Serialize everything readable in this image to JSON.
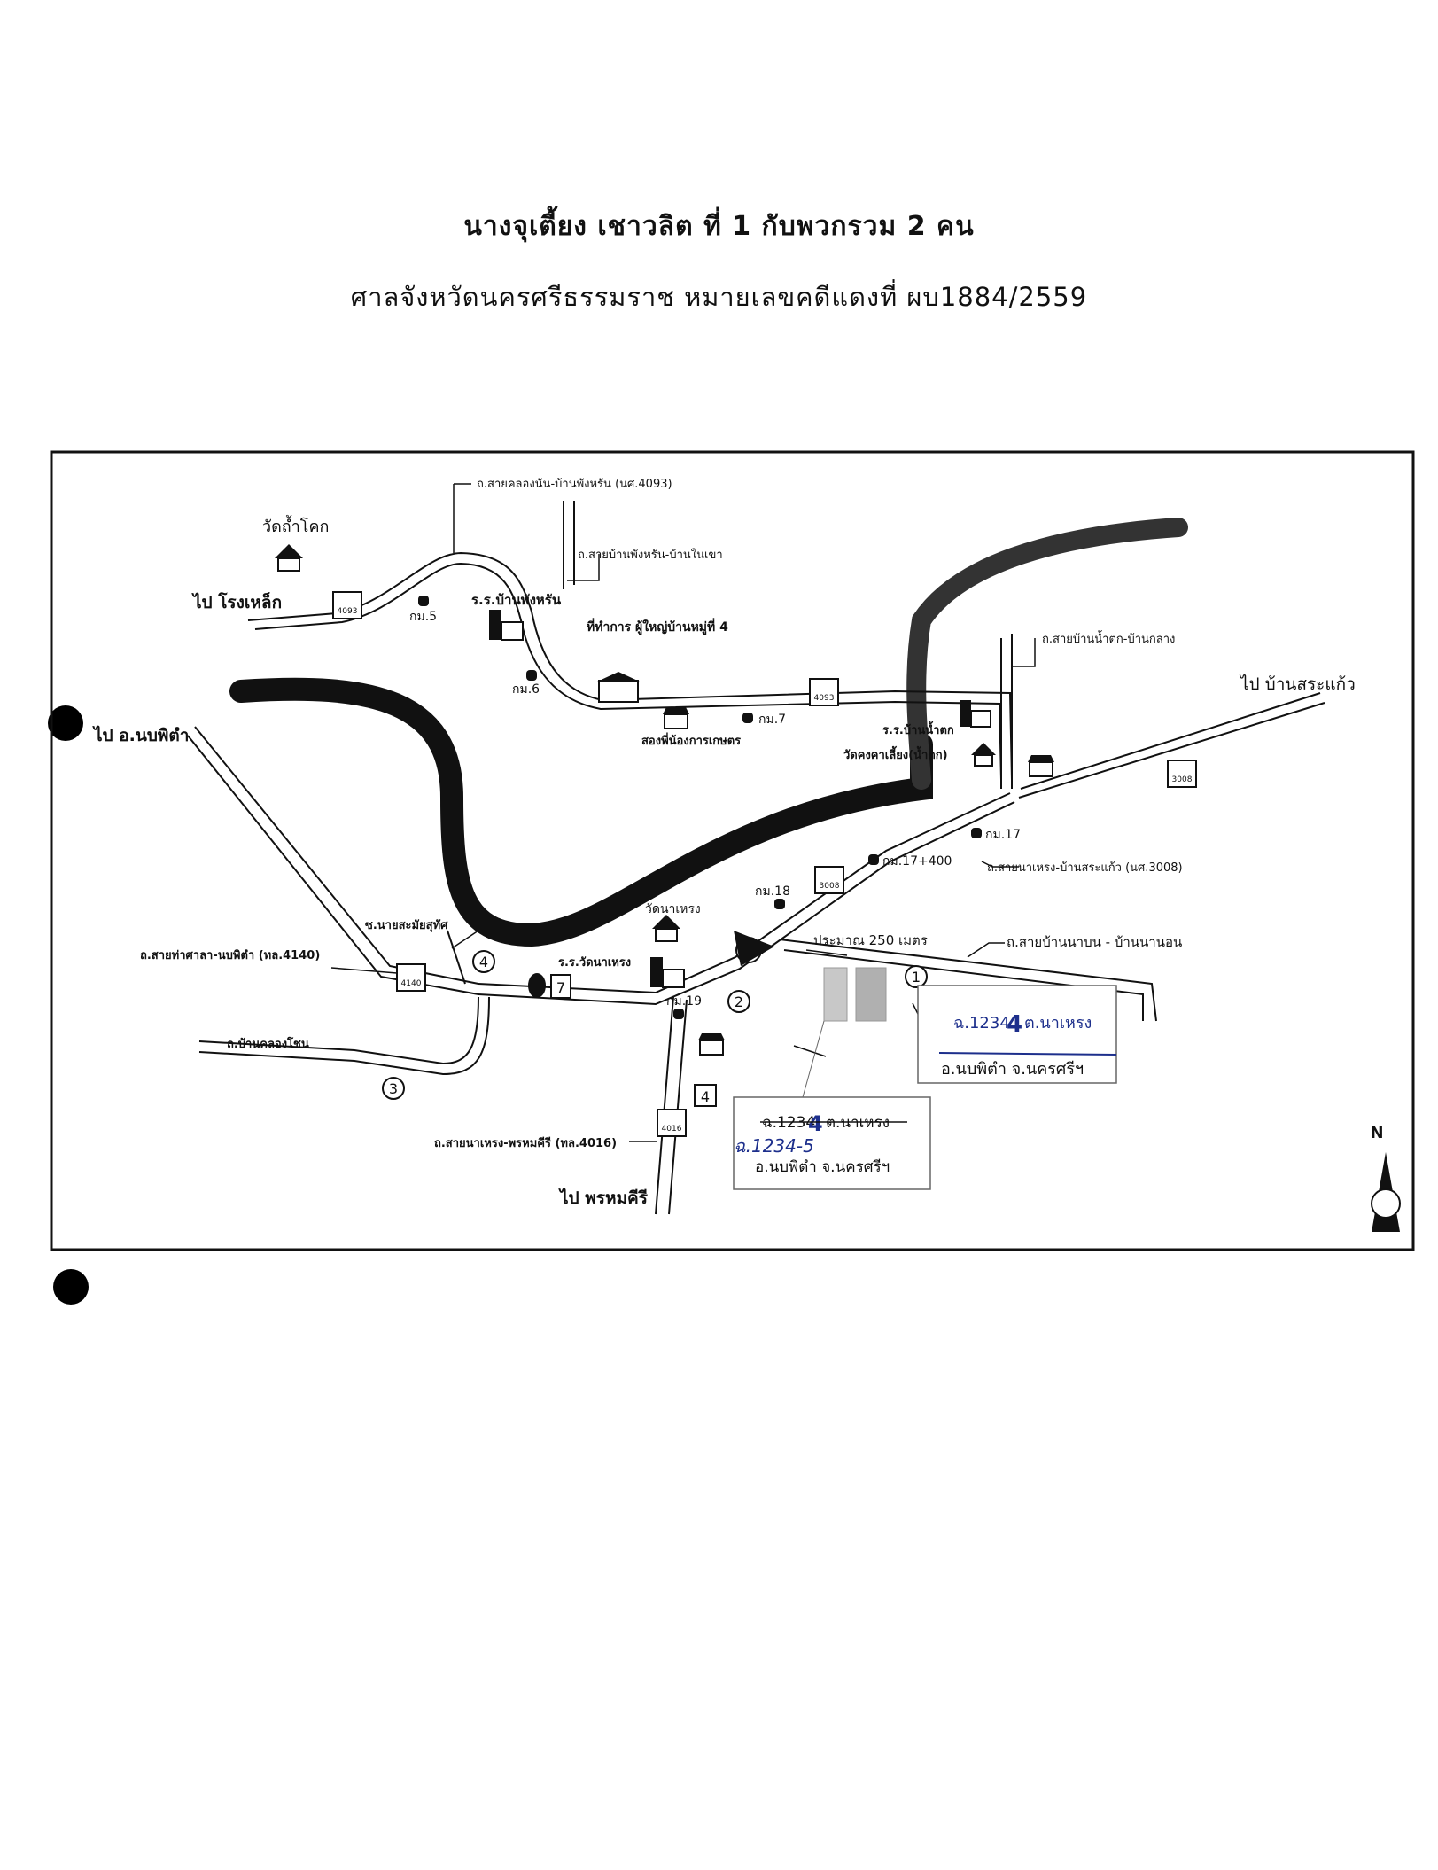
{
  "header": {
    "line1": "นางจุเตี้ยง เชาวลิต ที่ 1 กับพวกรวม 2 คน",
    "line2": "ศาลจังหวัดนครศรีธรรมราช หมายเลขคดีแดงที่  ผบ1884/2559"
  },
  "map": {
    "destinations": {
      "rong_lek": "ไป โรงเหล็ก",
      "nop_phitam": "ไป อ.นบพิตำ",
      "ban_sa_kaeo": "ไป บ้านสระแก้ว",
      "phrom_khiri": "ไป พรหมคีรี"
    },
    "places": {
      "wat_tham_khok": "วัดถ้ำโคก",
      "school_phang_run": "ร.ร.บ้านพังหรัน",
      "headman_office": "ที่ทำการ ผู้ใหญ่บ้านหมู่ที่ 4",
      "farmers_market": "สองพี่น้องการเกษตร",
      "school_nam_tok": "ร.ร.บ้านน้ำตก",
      "wat_khongkha": "วัดคงคาเลี้ยง(น้ำตก)",
      "wat_na_reng": "วัดนาเหรง",
      "school_na_reng": "ร.ร.วัดนาเหรง",
      "soi_nai_samai": "ซ.นายสะมัยสุทัศ",
      "distance_note": "ประมาณ 250 เมตร"
    },
    "roads": {
      "r4093": "ถ.สายคลองนัน-บ้านพังหรัน (นศ.4093)",
      "r_phang_run": "ถ.สายบ้านพังหรัน-บ้านในเขา",
      "r_nam_tok": "ถ.สายบ้านน้ำตก-บ้านกลาง",
      "r3008": "ถ.สายนาเหรง-บ้านสระแก้ว (นศ.3008)",
      "r4140": "ถ.สายท่าศาลา-นบพิตำ (ทล.4140)",
      "r_na_bon": "ถ.สายบ้านนาบน - บ้านนานอน",
      "r_khlong_chon": "ถ.บ้านคลองโชน",
      "r4016": "ถ.สายนาเหรง-พรหมคีรี (ทล.4016)"
    },
    "km_markers": {
      "km5": "กม.5",
      "km6": "กม.6",
      "km7": "กม.7",
      "km17": "กม.17",
      "km17_400": "กม.17+400",
      "km18": "กม.18",
      "km19": "กม.19"
    },
    "route_shields": {
      "s4093a": "4093",
      "s4093b": "4093",
      "s3008a": "3008",
      "s3008b": "3008",
      "s4140": "4140",
      "s4016": "4016"
    },
    "circle_markers": {
      "m1": "1",
      "m2": "2",
      "m3": "3",
      "m4": "4"
    },
    "plot_labels": {
      "stamp1_line1": "ฉ.1234",
      "stamp1_correction": "4",
      "stamp1_line1b": "ต.นาเหรง",
      "stamp1_line2": "อ.นบพิตำ จ.นครศรีฯ",
      "stamp2_line1": "ฉ.1234",
      "stamp2_correction": "4",
      "stamp2_line1b": "ต.นาเหรง",
      "stamp2_handwritten": "ฉ.1234-5",
      "stamp2_line2": "อ.นบพิตำ จ.นครศรีฯ"
    },
    "north_label": "N",
    "colors": {
      "ink": "#111111",
      "stamp_blue": "#1d2f8c",
      "plot_grey": "#c8c8c8"
    }
  }
}
